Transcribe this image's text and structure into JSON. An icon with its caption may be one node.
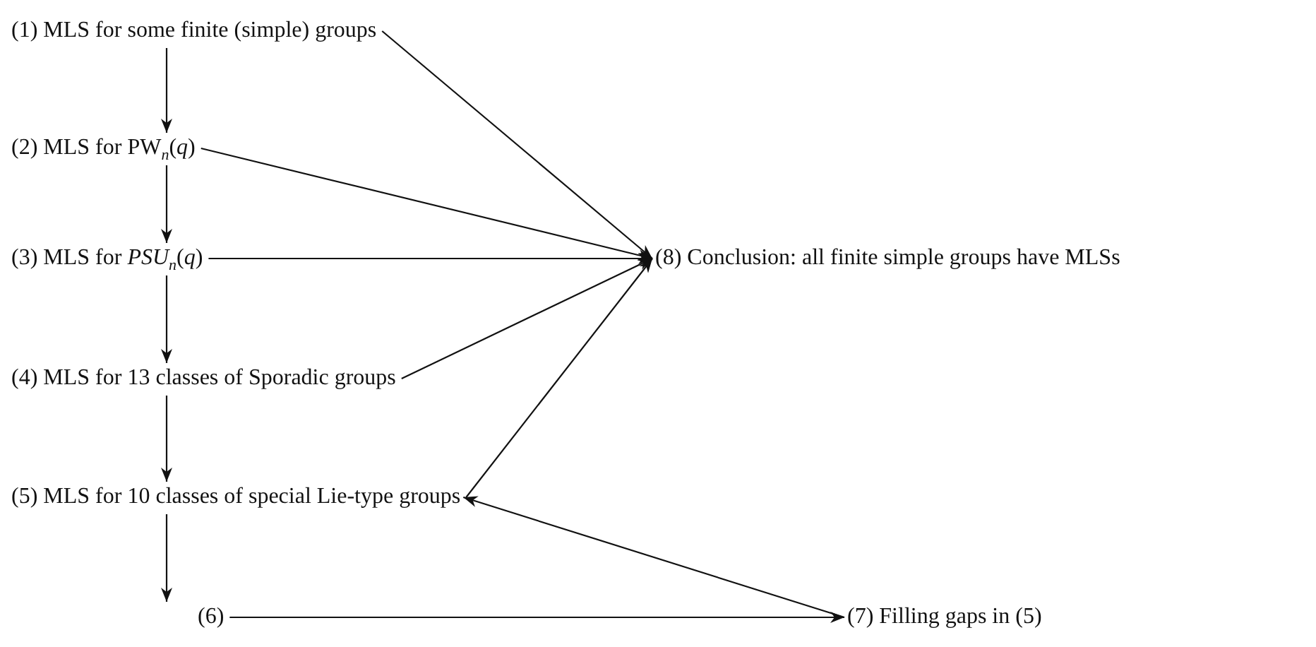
{
  "diagram": {
    "nodes": [
      {
        "text": [
          "(1) MLS for some finite (simple) groups"
        ]
      },
      {
        "text": [
          "(2) MLS for PW$_{n}$(*q*)"
        ]
      },
      {
        "text": [
          "(3) MLS for *PSU*$_{n}$(*q*)"
        ]
      },
      {
        "text": [
          "(4) MLS for 13 classes of Sporadic groups"
        ]
      },
      {
        "text": [
          "(5) MLS for 10 classes of special Lie-type groups"
        ]
      },
      {
        "text": [
          "(6)"
        ]
      },
      {
        "text": [
          "(7) Filling gaps in (5)"
        ]
      },
      {
        "text": [
          "(8) Conclusion: all finite simple groups have MLSs"
        ]
      }
    ],
    "edges": [
      {
        "from": 0,
        "to": 1,
        "arrow": "to"
      },
      {
        "from": 1,
        "to": 2,
        "arrow": "to"
      },
      {
        "from": 2,
        "to": 3,
        "arrow": "to"
      },
      {
        "from": 3,
        "to": 4,
        "arrow": "to"
      },
      {
        "from": 4,
        "to": 5,
        "arrow": "to"
      },
      {
        "from": 5,
        "to": 6,
        "arrow": "to"
      },
      {
        "from": 6,
        "to": 4,
        "arrow": "to"
      },
      {
        "from": 0,
        "to": 7,
        "arrow": "to"
      },
      {
        "from": 1,
        "to": 7,
        "arrow": "to"
      },
      {
        "from": 2,
        "to": 7,
        "arrow": "to"
      },
      {
        "from": 3,
        "to": 7,
        "arrow": "to"
      },
      {
        "from": 4,
        "to": 7,
        "arrow": "to"
      }
    ]
  }
}
